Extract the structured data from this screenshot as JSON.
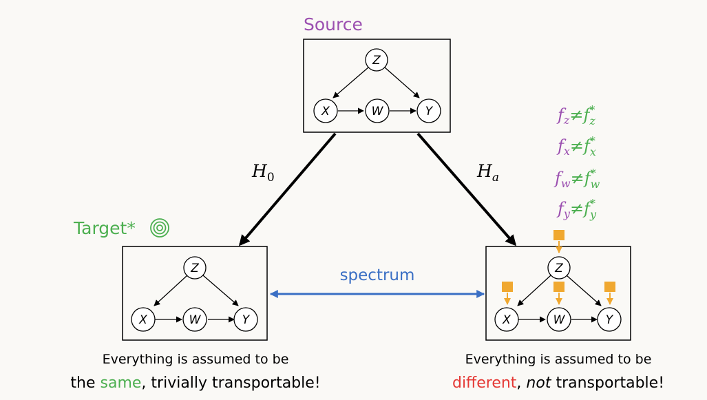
{
  "colors": {
    "purple": "#9b4fb0",
    "green": "#4caf50",
    "blue": "#3a6fc4",
    "red": "#e53935",
    "orange": "#f0a830",
    "black": "#000000"
  },
  "labels": {
    "source": "Source",
    "target": "Target*",
    "target_icon": "bullseye-icon",
    "h0": "H",
    "h0_sub": "0",
    "ha": "H",
    "ha_sub": "a",
    "spectrum": "spectrum"
  },
  "graph_nodes": {
    "z": "Z",
    "x": "X",
    "w": "W",
    "y": "Y"
  },
  "mechanisms": [
    {
      "f": "f",
      "sub": "z",
      "neq": "≠",
      "star": "*"
    },
    {
      "f": "f",
      "sub": "x",
      "neq": "≠",
      "star": "*"
    },
    {
      "f": "f",
      "sub": "w",
      "neq": "≠",
      "star": "*"
    },
    {
      "f": "f",
      "sub": "y",
      "neq": "≠",
      "star": "*"
    }
  ],
  "captions": {
    "left_line1": "Everything is assumed to be",
    "left_line2_pre": "the ",
    "left_line2_highlight": "same",
    "left_line2_post": ", trivially transportable!",
    "right_line1": "Everything is assumed to be",
    "right_line2_highlight": "different",
    "right_line2_mid": ", ",
    "right_line2_italic": "not",
    "right_line2_post": " transportable!"
  }
}
